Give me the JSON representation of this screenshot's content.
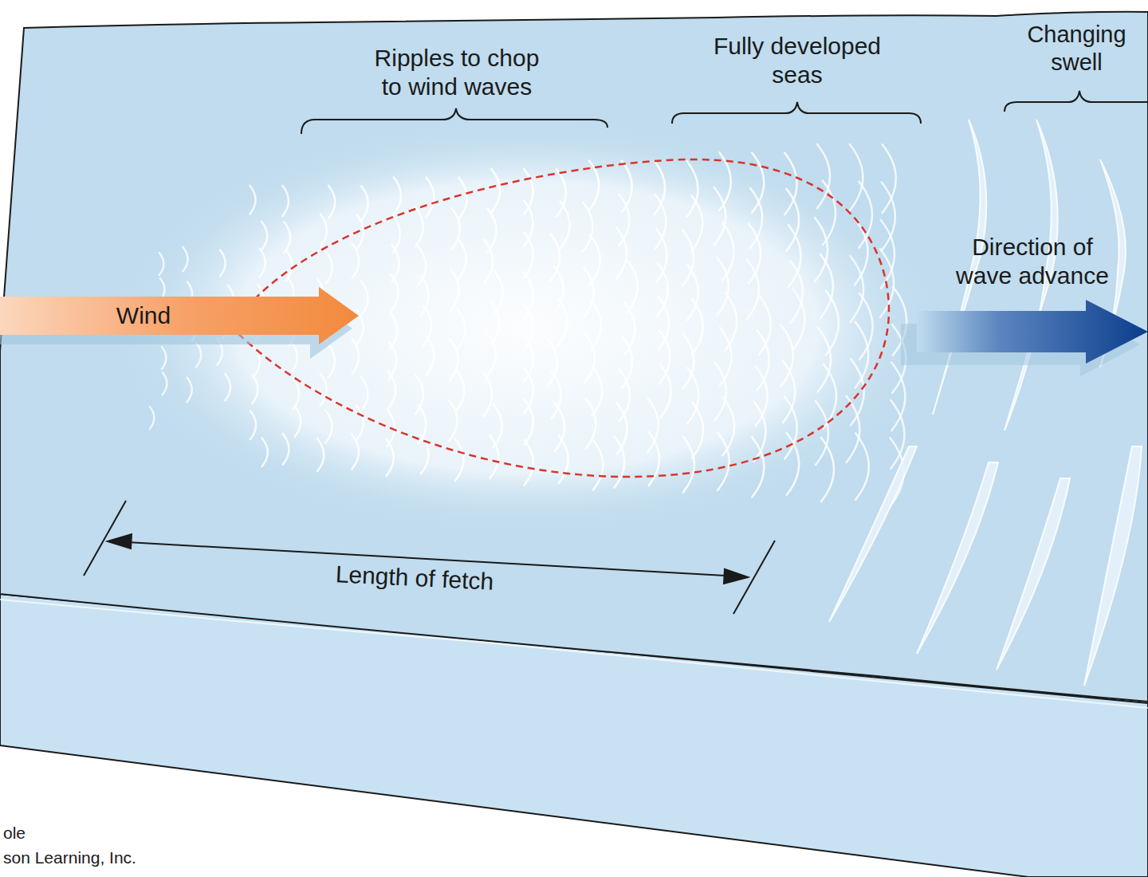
{
  "diagram": {
    "labels": [
      "Ripples to chop to wind waves",
      "Fully developed seas",
      "Changing swell",
      "Wind",
      "Direction of wave advance",
      "Length of fetch",
      "ole",
      "son Learning, Inc."
    ]
  }
}
